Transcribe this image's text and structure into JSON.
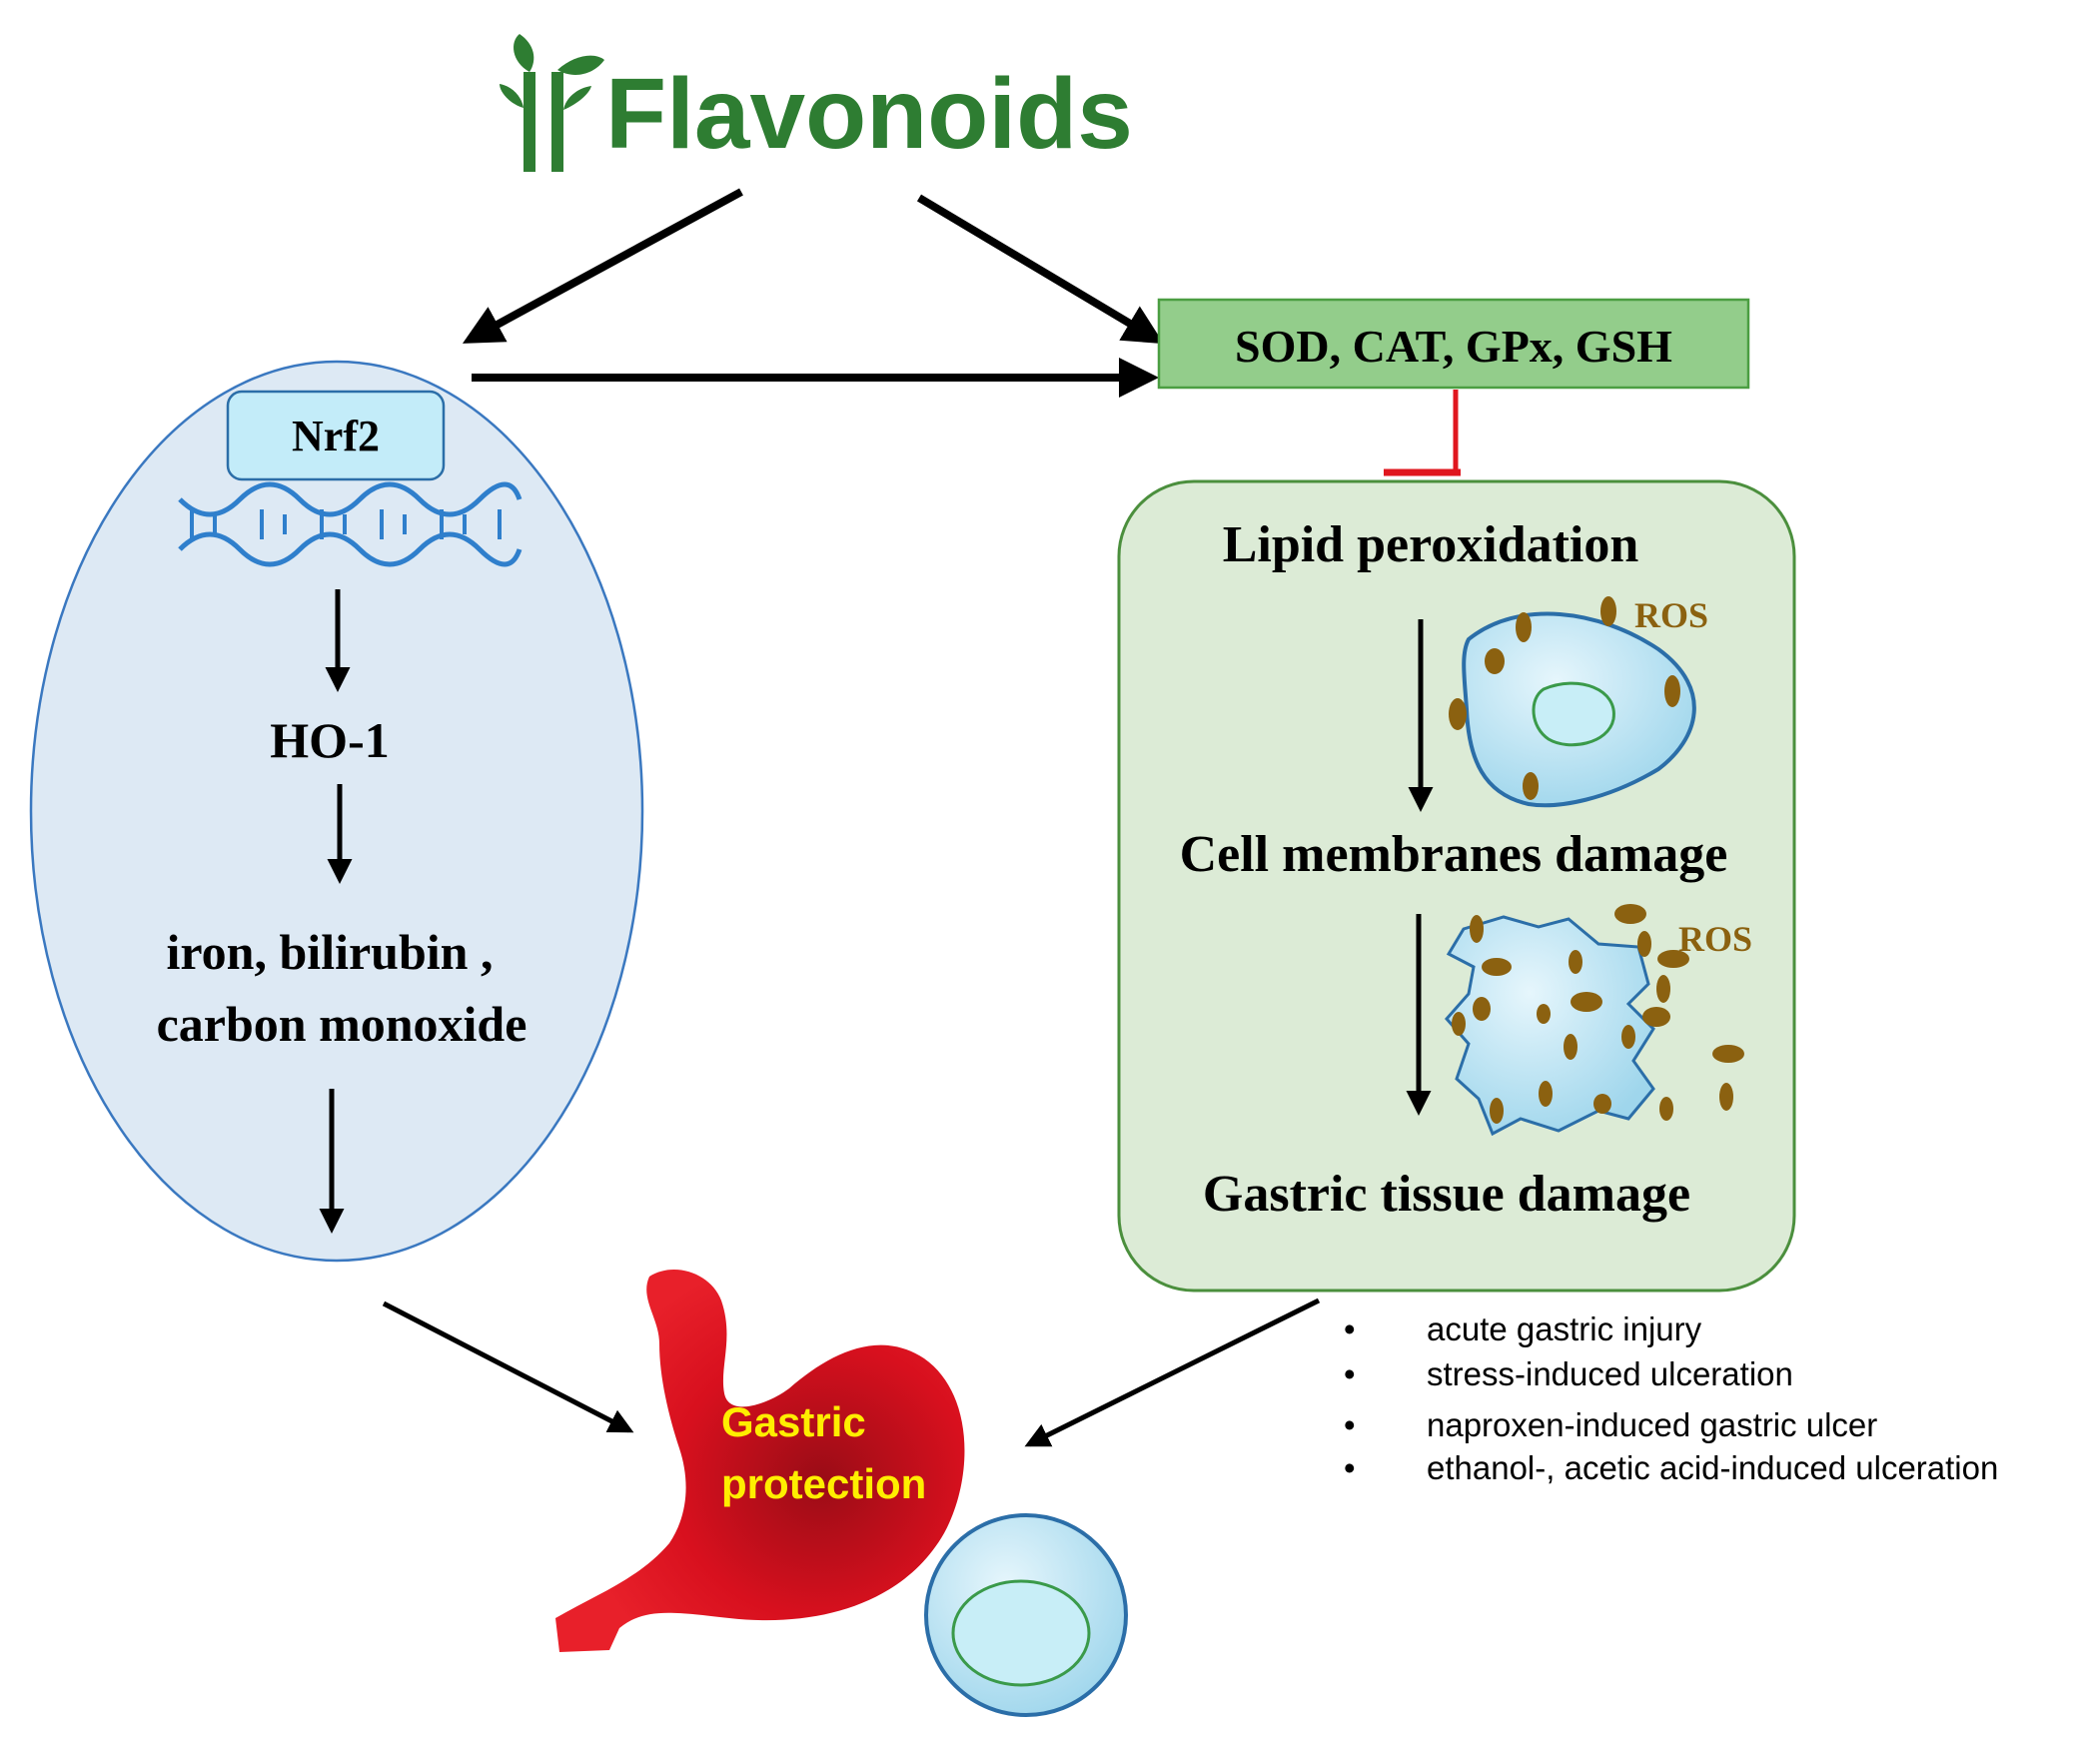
{
  "title": "Flavonoids",
  "nrf2_pathway": {
    "factor": "Nrf2",
    "enzyme": "HO-1",
    "products_line1": "iron, bilirubin ,",
    "products_line2": "carbon monoxide"
  },
  "antioxidants": "SOD, CAT, GPx, GSH",
  "damage_cascade": {
    "step1": "Lipid peroxidation",
    "step2": "Cell membranes damage",
    "step3": "Gastric tissue damage",
    "ros_label_1": "ROS",
    "ros_label_2": "ROS"
  },
  "outcome": {
    "line1": "Gastric",
    "line2": "protection"
  },
  "conditions": [
    "acute gastric injury",
    "stress-induced ulceration",
    "naproxen-induced gastric ulcer",
    "ethanol-, acetic acid-induced ulceration"
  ],
  "bullet": "•",
  "colors": {
    "brand_green": "#2e7d32",
    "ellipse_fill": "#dde9f4",
    "ellipse_stroke": "#3a78c0",
    "antioxidant_box": "#93cd8b",
    "damage_panel": "#dcebd6",
    "inhibition": "#e0161e",
    "ros": "#8b6110",
    "stomach": "#d8101e",
    "outcome_text": "#ffee00",
    "cell_fill": "#bfe7f5"
  },
  "icons": [
    "sprout-icon",
    "dna-helix-icon",
    "cell-icon",
    "damaged-cell-icon",
    "stomach-icon"
  ]
}
